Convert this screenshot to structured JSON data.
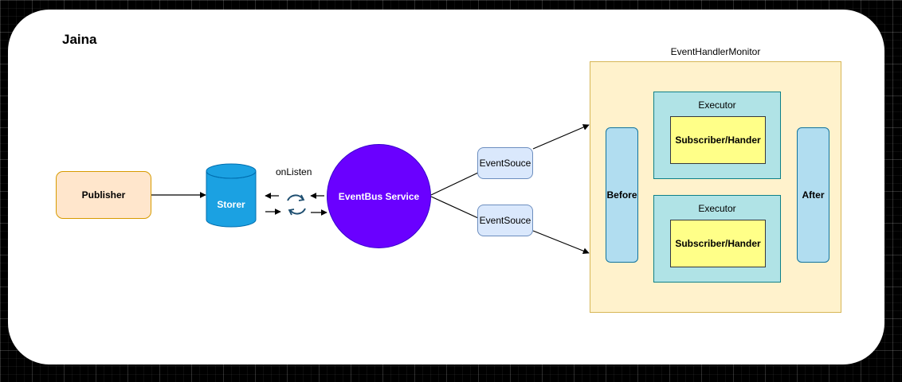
{
  "diagram": {
    "title": "Jaina",
    "publisher": "Publisher",
    "storer": "Storer",
    "on_listen": "onListen",
    "event_bus": "EventBus Service",
    "event_sources": [
      "EventSouce",
      "EventSouce"
    ],
    "monitor": {
      "title": "EventHandlerMonitor",
      "before": "Before",
      "after": "After",
      "executors": [
        {
          "label": "Executor",
          "subscriber": "Subscriber/Hander"
        },
        {
          "label": "Executor",
          "subscriber": "Subscriber/Hander"
        }
      ]
    }
  },
  "colors": {
    "background": "#000000",
    "canvas": "#ffffff",
    "publisher_fill": "#ffe6cc",
    "publisher_stroke": "#d79b00",
    "storer_fill": "#1ba1e2",
    "event_bus_fill": "#6a00ff",
    "event_source_fill": "#dae8fc",
    "monitor_fill": "#fff2cc",
    "executor_fill": "#b0e3e6",
    "subscriber_fill": "#ffff88",
    "side_fill": "#b1ddf0"
  },
  "icons": {
    "sync": "refresh-cycle-icon"
  }
}
